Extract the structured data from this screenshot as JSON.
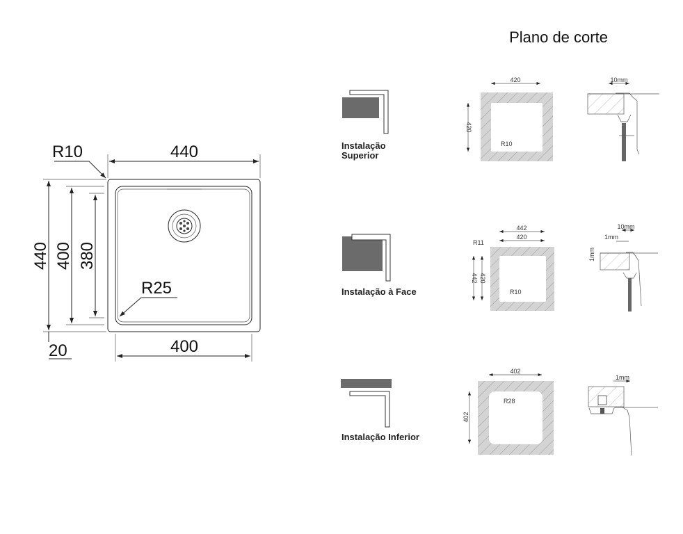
{
  "title": "Plano de corte",
  "sink": {
    "corner_radius": "R10",
    "width_outer": "440",
    "height_outer": "440",
    "height_bowl": "400",
    "height_inner": "380",
    "bowl_radius": "R25",
    "offset": "20",
    "width_bowl": "400"
  },
  "installations": [
    {
      "label_line1": "Instalação",
      "label_line2": "Superior",
      "cutout": {
        "width": "420",
        "height": "420",
        "radius": "R10"
      },
      "section": {
        "gap": "10mm"
      }
    },
    {
      "label": "Instalação à Face",
      "cutout": {
        "outer_width": "442",
        "inner_width": "420",
        "outer_height": "442",
        "inner_height": "420",
        "outer_radius": "R11",
        "inner_radius": "R10"
      },
      "section": {
        "gap": "10mm",
        "step": "1mm",
        "depth": "1mm"
      }
    },
    {
      "label": "Instalação Inferior",
      "cutout": {
        "width": "402",
        "height": "402",
        "radius": "R28"
      },
      "section": {
        "gap": "1mm"
      }
    }
  ],
  "colors": {
    "counter": "#6b6b6b",
    "hatch_fill": "#d4d4d4",
    "line": "#222222"
  }
}
